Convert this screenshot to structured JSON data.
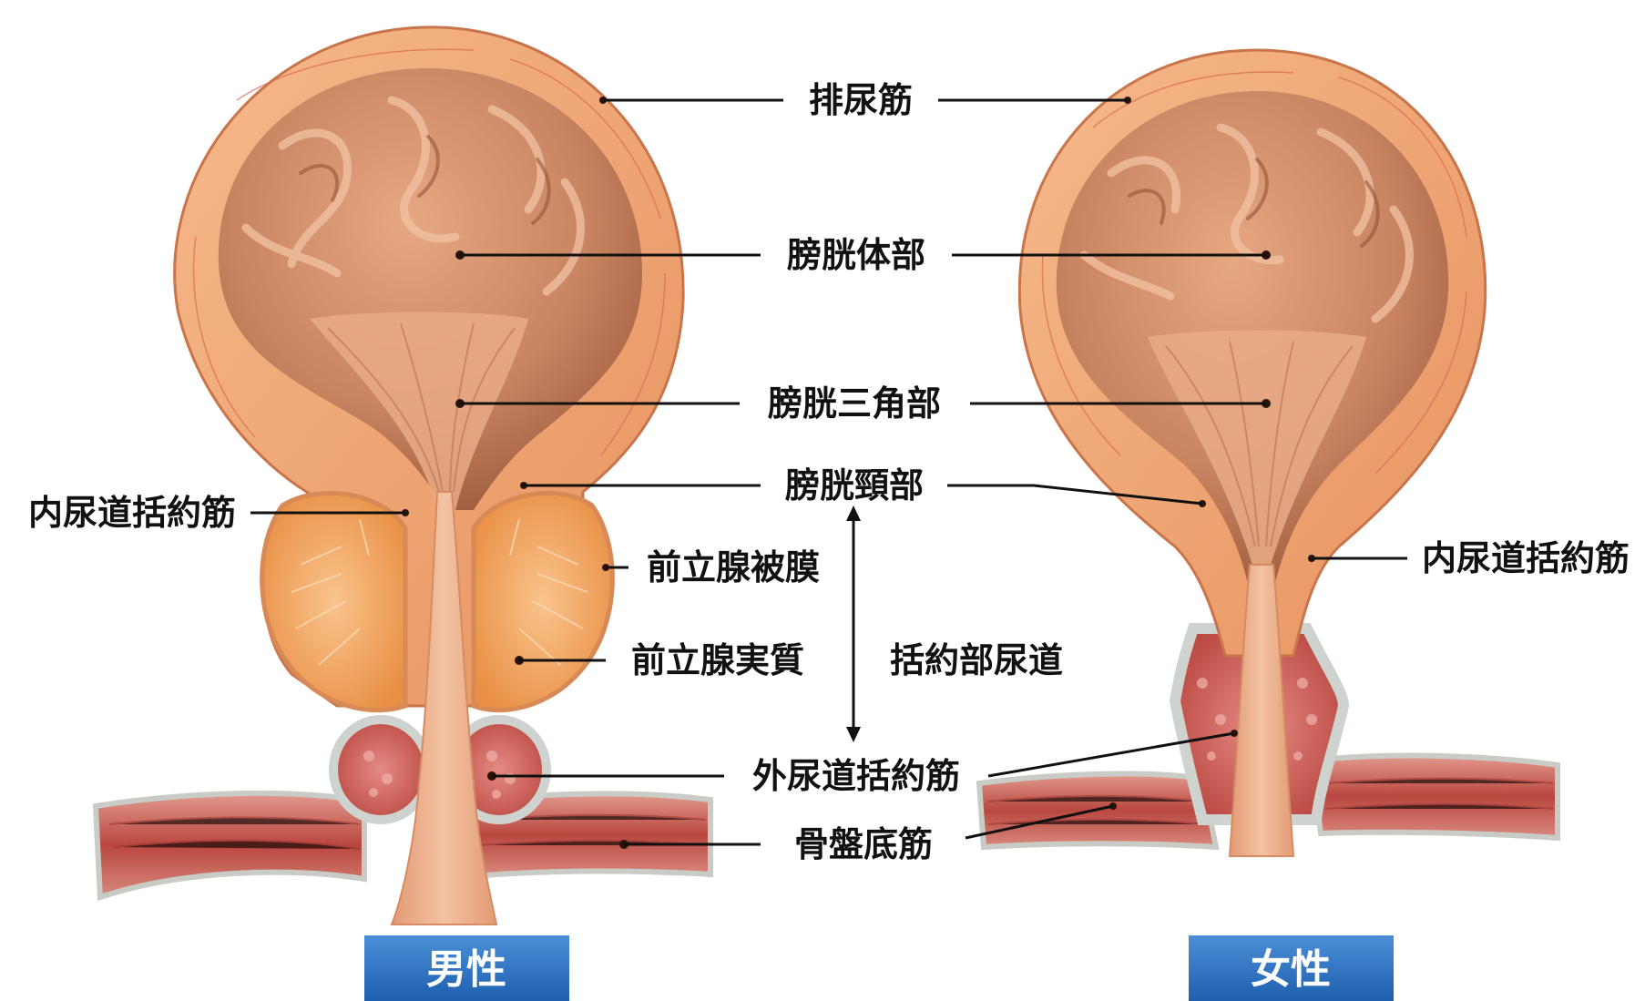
{
  "labels": {
    "detrusor": "排尿筋",
    "bladder_body": "膀胱体部",
    "trigone": "膀胱三角部",
    "bladder_neck": "膀胱頸部",
    "internal_sphincter": "内尿道括約筋",
    "prostate_capsule": "前立腺被膜",
    "prostate_parenchyma": "前立腺実質",
    "sphincteric_urethra": "括約部尿道",
    "external_sphincter": "外尿道括約筋",
    "pelvic_floor": "骨盤底筋"
  },
  "captions": {
    "male": "男性",
    "female": "女性"
  },
  "colors": {
    "caption_bg_top": "#4a8fd8",
    "caption_bg_bottom": "#1e5fae",
    "bladder_wall": "#efa576",
    "bladder_lumen": "#c9835f",
    "prostate": "#f4a862",
    "muscle": "#c85a52",
    "fascia": "#cfd3cf"
  }
}
